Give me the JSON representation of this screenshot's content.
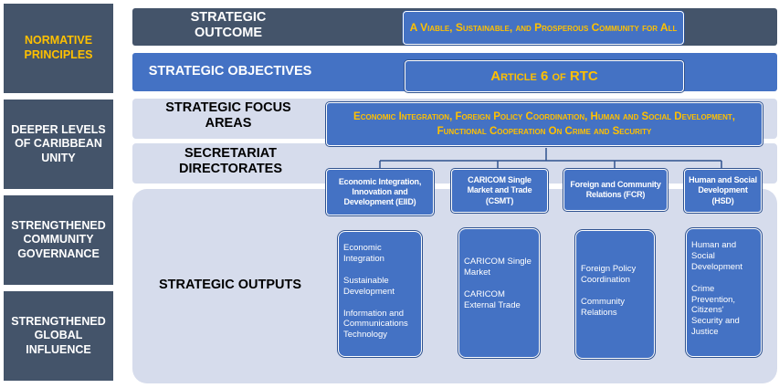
{
  "principles": [
    {
      "label": "NORMATIVE PRINCIPLES",
      "color": "#ffc000"
    },
    {
      "label": "DEEPER LEVELS OF CARIBBEAN UNITY",
      "color": "#ffffff"
    },
    {
      "label": "STRENGTHENED COMMUNITY GOVERNANCE",
      "color": "#ffffff"
    },
    {
      "label": "STRENGTHENED GLOBAL INFLUENCE",
      "color": "#ffffff"
    }
  ],
  "bands": {
    "outcome_label": "STRATEGIC OUTCOME",
    "objectives_label": "STRATEGIC OBJECTIVES",
    "focus_label": "STRATEGIC FOCUS AREAS",
    "directorates_label": "SECRETARIAT DIRECTORATES",
    "outputs_label": "STRATEGIC OUTPUTS"
  },
  "outcome": "A Viable, Sustainable, and Prosperous Community for All",
  "objective": "Article 6 of RTC",
  "focus_areas": "Economic Integration, Foreign Policy Coordination, Human and Social Development, Functional Cooperation On Crime and Security",
  "directorates": [
    {
      "label": "Economic Integration, Innovation and Development (EIID)"
    },
    {
      "label": "CARICOM Single Market and Trade (CSMT)"
    },
    {
      "label": "Foreign and Community Relations (FCR)"
    },
    {
      "label": "Human and Social Development (HSD)"
    }
  ],
  "outputs": [
    {
      "items": [
        "Economic Integration",
        "Sustainable Development",
        "Information and Communications Technology"
      ]
    },
    {
      "items": [
        "CARICOM Single Market",
        "CARICOM External Trade"
      ]
    },
    {
      "items": [
        "Foreign Policy Coordination",
        "Community Relations"
      ]
    },
    {
      "items": [
        "Human and Social Development",
        "Crime Prevention, Citizens' Security and Justice"
      ]
    }
  ],
  "colors": {
    "dark_slate": "#44546a",
    "blue": "#4472c4",
    "light_band": "#d6dcec",
    "gold": "#ffc000"
  }
}
